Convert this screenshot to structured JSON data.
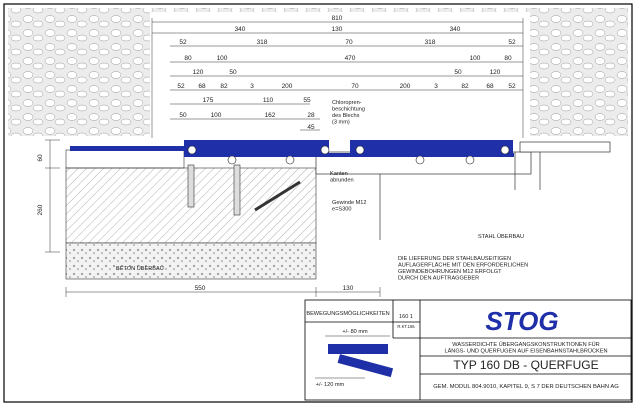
{
  "dimensions": {
    "total": "810",
    "row2": [
      "340",
      "130",
      "340"
    ],
    "row3": [
      "52",
      "318",
      "70",
      "318",
      "52"
    ],
    "row4": [
      "80",
      "100",
      "470",
      "100",
      "80"
    ],
    "row5": [
      "120",
      "50",
      "50",
      "120"
    ],
    "row6": [
      "52",
      "68",
      "82",
      "3",
      "200",
      "70",
      "200",
      "3",
      "82",
      "68",
      "52"
    ],
    "row7": [
      "175",
      "110",
      "55"
    ],
    "row8": [
      "50",
      "100",
      "162",
      "28"
    ],
    "row9": "45",
    "left_vertical": [
      "60",
      "260"
    ],
    "bottom": [
      "550",
      "130"
    ]
  },
  "annotations": {
    "chloroprene": "Chloropren-\nbeschichtung\ndes Blechs\n(3 mm)",
    "kanten": "Kanten\nabrunden",
    "gewinde": "Gewinde M12\ne=S300",
    "stahl_ueberbau": "STAHL ÜBERBAU",
    "beton_ueberbau": "BETON ÜBERBAU",
    "note": "DIE LIEFERUNG DER STAHLBAUSEITIGEN\nAUFLAGERFLÄCHE MIT DEN ERFORDERLICHEN\nGEWINDEBOHRUNGEN M12 ERFOLGT\nDURCH DEN AUFTRAGGEBER"
  },
  "title_block": {
    "movement_header": "BEWEGUNGSMÖGLICHKEITEN",
    "doc_number": "160 1",
    "doc_sub": "R.KT.165",
    "movement_1": "+/- 80 mm",
    "movement_2": "+/- 120 mm",
    "logo": "STOG",
    "description": "WASSERDICHTE ÜBERGANGSKONSTRUKTIONEN FÜR\nLÄNGS- UND QUERFUGEN AUF EISENBAHNSTAHLBRÜCKEN",
    "title": "TYP 160 DB - QUERFUGE",
    "footer": "GEM. MODUL 804.9010, KAPITEL 9, S 7 DER DEUTSCHEN BAHN AG"
  },
  "colors": {
    "steel_blue": "#1f2fa8",
    "line": "#333333",
    "hatch": "#777777"
  }
}
